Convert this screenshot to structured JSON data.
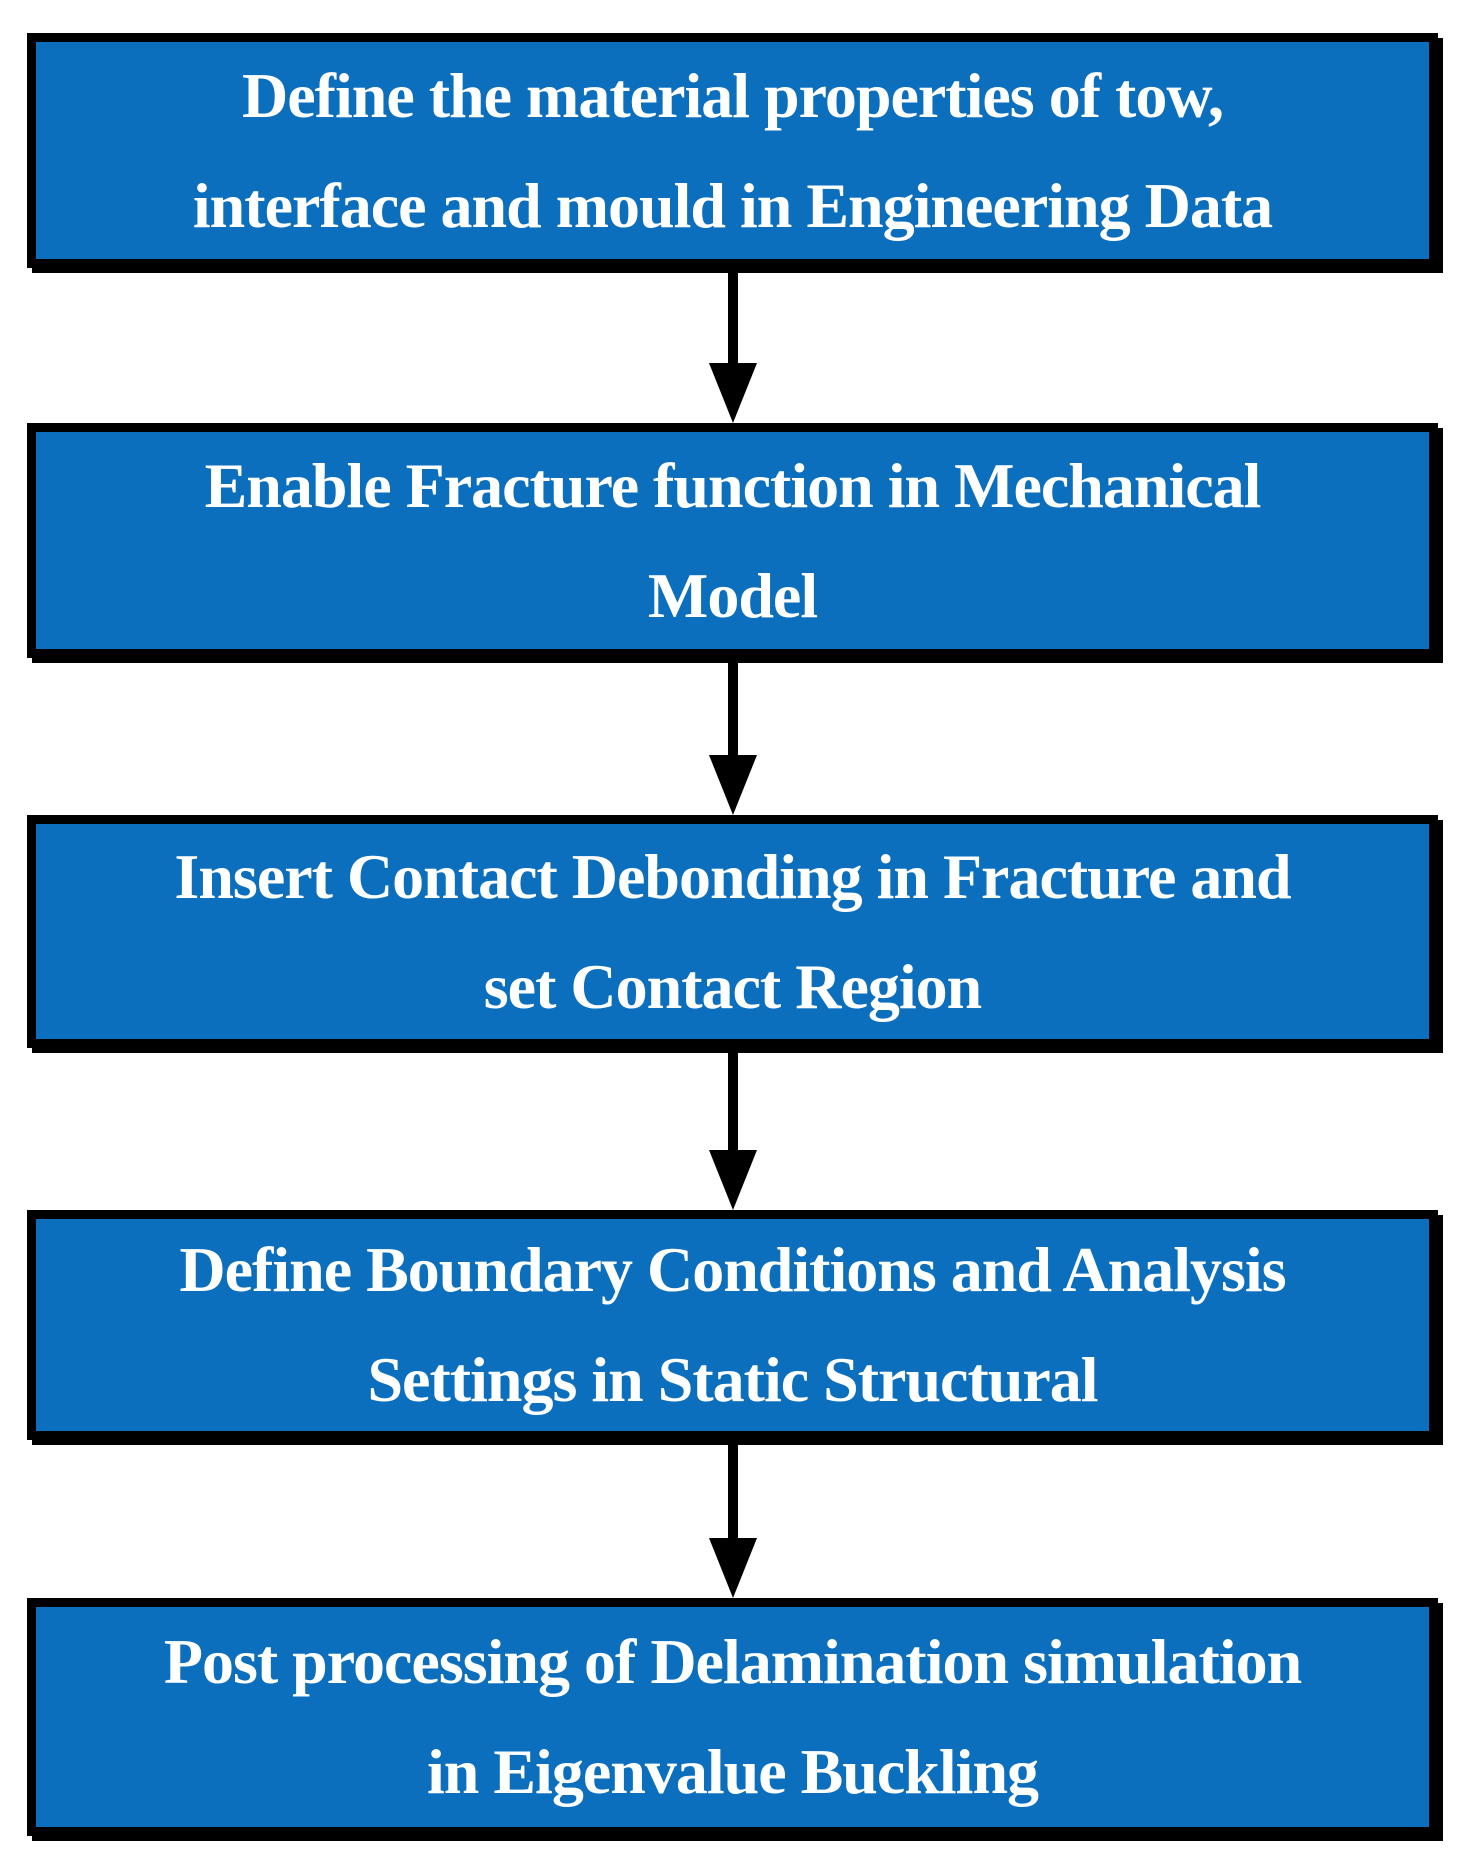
{
  "colors": {
    "box_fill": "#0B6FBD",
    "box_border": "#000000",
    "box_text": "#FFFFFF",
    "arrow": "#000000",
    "background": "#FFFFFF"
  },
  "flowchart": {
    "type": "vertical-flow",
    "connector_icon": "down-arrow",
    "steps": [
      {
        "lines": [
          "Define the material properties of tow,",
          "interface and mould in Engineering Data"
        ]
      },
      {
        "lines": [
          "Enable Fracture function in Mechanical",
          "Model"
        ]
      },
      {
        "lines": [
          "Insert Contact Debonding in Fracture and",
          "set Contact Region"
        ]
      },
      {
        "lines": [
          "Define Boundary Conditions and Analysis",
          "Settings in Static Structural"
        ]
      },
      {
        "lines": [
          "Post processing of Delamination simulation",
          "in Eigenvalue Buckling"
        ]
      }
    ]
  }
}
